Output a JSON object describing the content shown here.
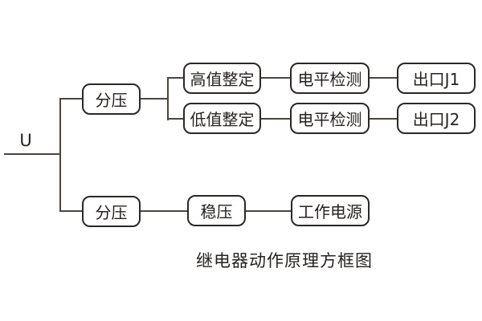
{
  "diagram": {
    "input_label": "U",
    "caption": "继电器动作原理方框图",
    "boxes": [
      {
        "id": "divider-top",
        "label": "分压"
      },
      {
        "id": "high-setting",
        "label": "高值整定"
      },
      {
        "id": "level-detect-1",
        "label": "电平检测"
      },
      {
        "id": "output-j1",
        "label": "出口J1"
      },
      {
        "id": "low-setting",
        "label": "低值整定"
      },
      {
        "id": "level-detect-2",
        "label": "电平检测"
      },
      {
        "id": "output-j2",
        "label": "出口J2"
      },
      {
        "id": "divider-bottom",
        "label": "分压"
      },
      {
        "id": "voltage-reg",
        "label": "稳压"
      },
      {
        "id": "working-power",
        "label": "工作电源"
      }
    ],
    "colors": {
      "background": "#ffffff",
      "line": "#4a4540",
      "box_border": "#2b2826",
      "text": "#262220"
    }
  }
}
